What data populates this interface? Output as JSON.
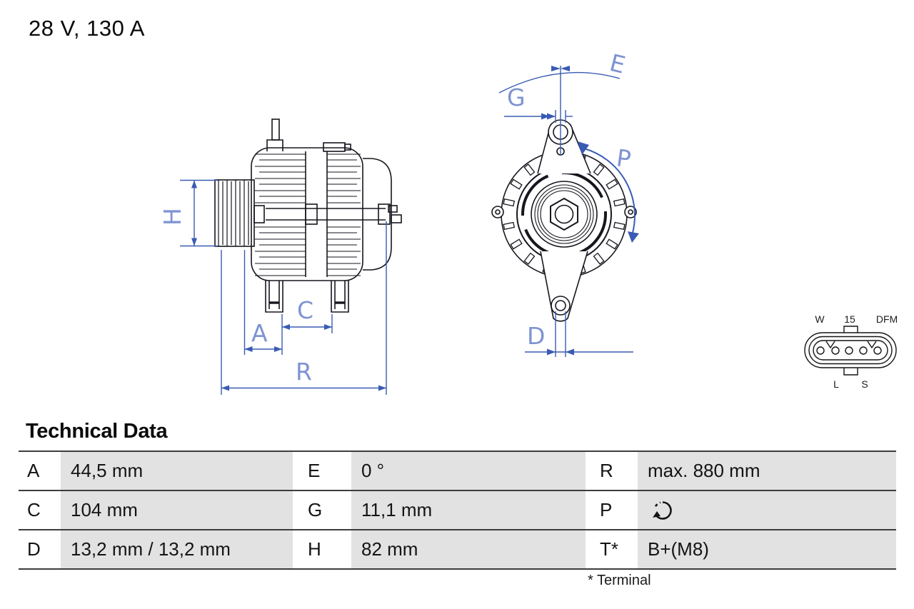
{
  "header": {
    "title": "28 V, 130 A"
  },
  "drawing": {
    "dimension_labels": {
      "H": "H",
      "A": "A",
      "C": "C",
      "R": "R",
      "E": "E",
      "G": "G",
      "P": "P",
      "D": "D"
    },
    "connector": {
      "top_labels": [
        "W",
        "15",
        "DFM"
      ],
      "bottom_labels": [
        "L",
        "S"
      ]
    },
    "colors": {
      "dimension_line": "#3a5bb4",
      "dimension_label": "#7e93d2",
      "outline": "#16161e"
    }
  },
  "technical_data": {
    "heading": "Technical Data",
    "rows": [
      [
        {
          "key": "A",
          "value": "44,5 mm"
        },
        {
          "key": "E",
          "value": "0 °"
        },
        {
          "key": "R",
          "value": "max. 880 mm"
        }
      ],
      [
        {
          "key": "C",
          "value": "104 mm"
        },
        {
          "key": "G",
          "value": "11,1 mm"
        },
        {
          "key": "P",
          "value": "",
          "icon": "rotation-direction-icon"
        }
      ],
      [
        {
          "key": "D",
          "value": "13,2 mm / 13,2 mm"
        },
        {
          "key": "H",
          "value": "82 mm"
        },
        {
          "key": "T*",
          "value": "B+(M8)"
        }
      ]
    ],
    "footnote": "* Terminal",
    "table_colors": {
      "value_cell_bg": "#e2e2e2",
      "rule": "#3d3d3d"
    }
  }
}
